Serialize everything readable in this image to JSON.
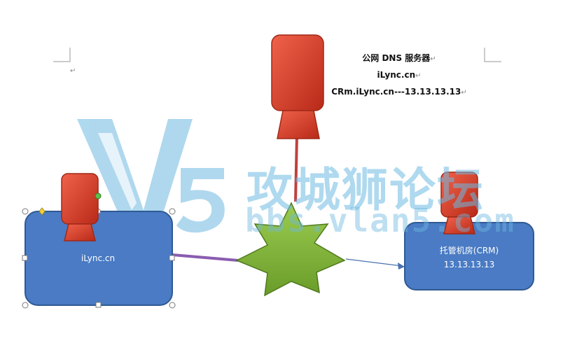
{
  "dns_server": {
    "title": "公网 DNS 服务器",
    "domain": "iLync.cn",
    "record": "CRm.iLync.cn---13.13.13.13"
  },
  "local_box": {
    "label": "iLync.cn"
  },
  "hosted_box": {
    "name": "托管机房(CRM)",
    "ip": "13.13.13.13"
  },
  "watermark": {
    "chinese": "攻城狮论坛",
    "url": "bbs.vlan5.com",
    "logo_text": "V5"
  },
  "colors": {
    "box_fill": "#4a7bc4",
    "box_stroke": "#2f5a94",
    "server_red": "#d63a24",
    "star_green": "#7fb03a",
    "watermark_blue": "#6eb9e1",
    "link_purple": "#8a5cb0",
    "link_red": "#c04040"
  }
}
